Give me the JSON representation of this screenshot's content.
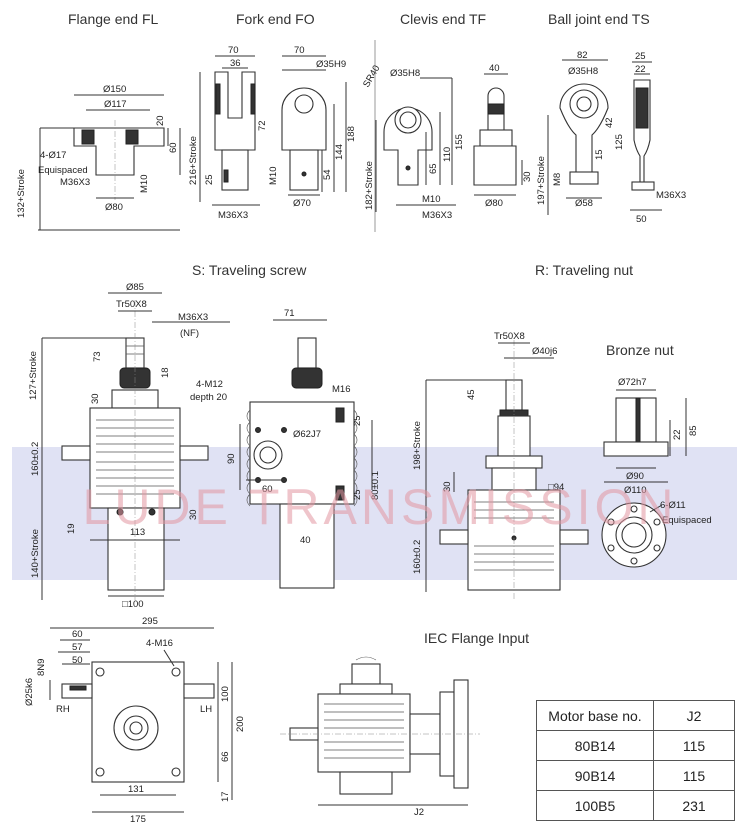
{
  "sections": {
    "flange_end": "Flange end FL",
    "fork_end": "Fork end FO",
    "clevis_end": "Clevis end TF",
    "ball_joint_end": "Ball joint end TS",
    "traveling_screw": "S: Traveling screw",
    "traveling_nut": "R: Traveling nut",
    "bronze_nut": "Bronze nut",
    "iec_flange": "IEC Flange Input"
  },
  "watermark": "LUDE TRANSMISSION",
  "dims_fl": {
    "d150": "Ø150",
    "d117": "Ø117",
    "h20": "20",
    "h60": "60",
    "holes": "4-Ø17",
    "equi": "Equispaced",
    "thread": "M36X3",
    "m10": "M10",
    "d80": "Ø80",
    "stroke": "132+Stroke"
  },
  "dims_fo": {
    "w70": "70",
    "w36": "36",
    "h72": "72",
    "stroke": "216+Stroke",
    "h25": "25",
    "thread": "M36X3",
    "w70b": "70",
    "d35": "Ø35H9",
    "h188": "188",
    "h144": "144",
    "h54": "54",
    "m10": "M10",
    "d70": "Ø70"
  },
  "dims_tf": {
    "sr40": "SR40",
    "d35": "Ø35H8",
    "h155": "155",
    "h110": "110",
    "h65": "65",
    "m10": "M10",
    "thread": "M36X3",
    "stroke": "182+Stroke",
    "w40": "40",
    "h30": "30",
    "d80": "Ø80"
  },
  "dims_ts": {
    "w82": "82",
    "d35": "Ø35H8",
    "h42": "42",
    "h15": "15",
    "h125": "125",
    "m8": "M8",
    "d58": "Ø58",
    "stroke": "197+Stroke",
    "w25": "25",
    "w22": "22",
    "thread": "M36X3",
    "w50": "50"
  },
  "dims_s": {
    "d85": "Ø85",
    "tr": "Tr50X8",
    "thread": "M36X3",
    "nf": "(NF)",
    "h73": "73",
    "h18": "18",
    "stroke127": "127+Stroke",
    "h30": "30",
    "h160": "160±0.2",
    "h19": "19",
    "w113": "113",
    "h30b": "30",
    "stroke140": "140+Stroke",
    "sq100": "□100",
    "w71": "71",
    "m12": "4-M12",
    "depth": "depth 20",
    "m16": "M16",
    "d62": "Ø62J7",
    "h25a": "25",
    "h90": "90",
    "h80": "80±0.1",
    "h25b": "25",
    "w60": "60",
    "w40": "40"
  },
  "dims_r": {
    "tr": "Tr50X8",
    "d40": "Ø40j6",
    "h45": "45",
    "stroke198": "198+Stroke",
    "sq94": "□94",
    "h30": "30",
    "h160": "160±0.2"
  },
  "dims_bn": {
    "d72": "Ø72h7",
    "h22": "22",
    "h85": "85",
    "d90": "Ø90",
    "d110": "Ø110",
    "holes": "6-Ø11",
    "equi": "Equispaced"
  },
  "dims_bottom": {
    "w295": "295",
    "w60": "60",
    "w57": "57",
    "w50": "50",
    "m16": "4-M16",
    "h8n9": "8N9",
    "d25": "Ø25k6",
    "rh": "RH",
    "lh": "LH",
    "h100": "100",
    "h200": "200",
    "h66": "66",
    "w131": "131",
    "h17": "17",
    "w175": "175",
    "j2": "J2"
  },
  "table": {
    "headers": [
      "Motor base no.",
      "J2"
    ],
    "rows": [
      [
        "80B14",
        "115"
      ],
      [
        "90B14",
        "115"
      ],
      [
        "100B5",
        "231"
      ]
    ]
  }
}
